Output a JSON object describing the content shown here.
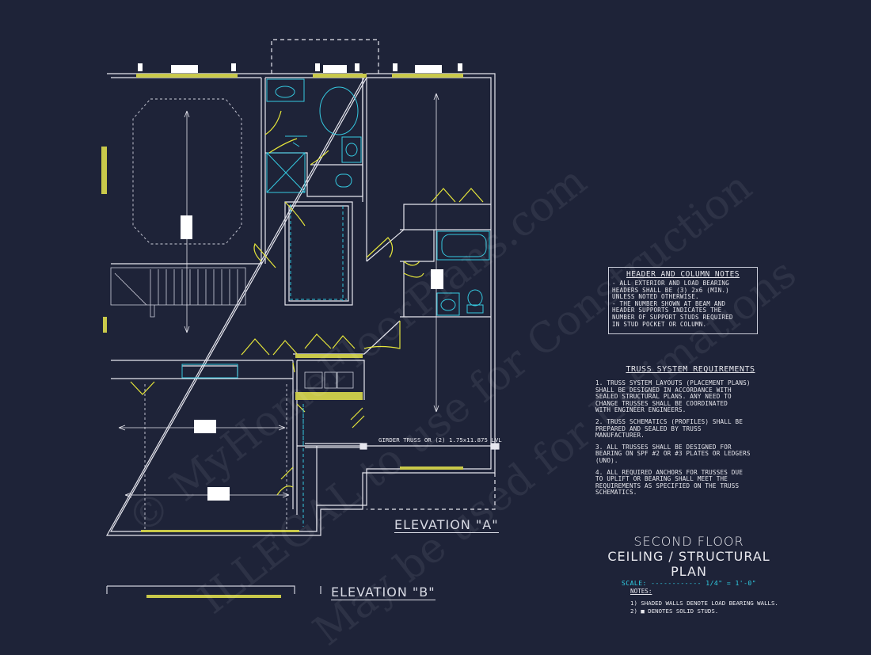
{
  "header_column_notes": {
    "title": "HEADER AND COLUMN NOTES",
    "lines": [
      "- ALL EXTERIOR AND LOAD BEARING",
      "HEADERS SHALL BE (3) 2x6 (MIN.)",
      "UNLESS NOTED OTHERWISE.",
      "- THE NUMBER SHOWN AT BEAM AND",
      "HEADER SUPPORTS INDICATES THE",
      "NUMBER OF SUPPORT STUDS REQUIRED",
      "IN STUD POCKET OR COLUMN."
    ]
  },
  "truss": {
    "title": "TRUSS SYSTEM REQUIREMENTS",
    "items": [
      [
        "1. TRUSS SYSTEM LAYOUTS (PLACEMENT PLANS)",
        "SHALL BE DESIGNED IN ACCORDANCE WITH",
        "SEALED STRUCTURAL PLANS. ANY NEED TO",
        "CHANGE TRUSSES SHALL BE COORDINATED",
        "WITH ENGINEER ENGINEERS."
      ],
      [
        "2. TRUSS SCHEMATICS (PROFILES) SHALL BE",
        "PREPARED AND SEALED BY TRUSS",
        "MANUFACTURER."
      ],
      [
        "3. ALL TRUSSES SHALL BE DESIGNED FOR",
        "BEARING ON SPF #2 OR #3 PLATES OR LEDGERS",
        "(UNO)."
      ],
      [
        "4. ALL REQUIRED ANCHORS FOR TRUSSES DUE",
        "TO UPLIFT OR BEARING SHALL MEET THE",
        "REQUIREMENTS AS SPECIFIED ON THE TRUSS",
        "SCHEMATICS."
      ]
    ]
  },
  "plan_title": {
    "line1": "SECOND FLOOR",
    "line2": "CEILING / STRUCTURAL PLAN",
    "scale": "SCALE: ------------ 1/4\" = 1'-0\""
  },
  "notes": {
    "title": "NOTES:",
    "lines": [
      "1) SHADED WALLS DENOTE LOAD BEARING WALLS.",
      "2) ■ DENOTES SOLID STUDS."
    ]
  },
  "elevation_a": "ELEVATION \"A\"",
  "elevation_b": "ELEVATION \"B\"",
  "girder_label": "GIRDER TRUSS OR (2) 1.75x11.875 LVL",
  "watermarks": [
    "© MyHomeFloorPlans.com",
    "ILLEGAL to use for Construction",
    "May be used for Estimations"
  ],
  "colors": {
    "background": "#1e2338",
    "wall": "#e6e6ee",
    "fixture": "#35c9e0",
    "door": "#e6e63a",
    "window": "#c9c94a"
  }
}
